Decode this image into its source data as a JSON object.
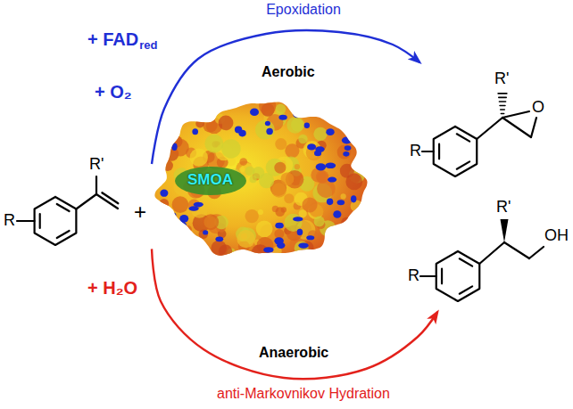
{
  "diagram": {
    "nodes": [
      {
        "text": [
          "R'",
          "R"
        ]
      },
      {
        "text": [
          "SMOA"
        ]
      },
      {
        "text": [
          "R'",
          "O",
          "R"
        ]
      },
      {
        "text": [
          "R'",
          "OH",
          "R"
        ]
      }
    ],
    "edges": [
      {
        "from": 1,
        "to": 2,
        "arrow": "to",
        "label": "Epoxidation"
      },
      {
        "from": 1,
        "to": 3,
        "arrow": "to",
        "label": "anti-Markovnikov Hydration"
      }
    ],
    "labels": [
      "+ FAD",
      "red",
      "+ O₂",
      "Aerobic",
      "+",
      "+ H₂O",
      "Anaerobic"
    ]
  }
}
